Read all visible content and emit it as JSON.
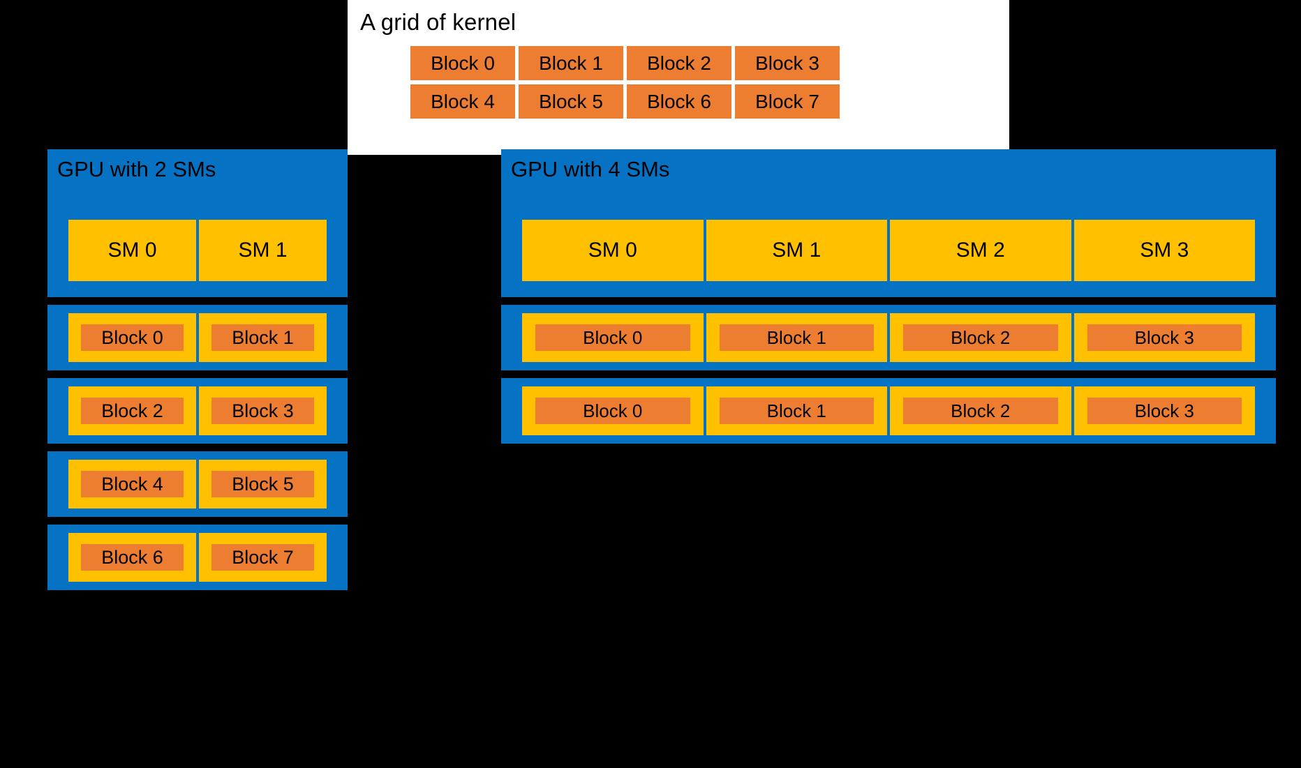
{
  "colors": {
    "background": "#000000",
    "panel_white": "#FFFFFF",
    "gpu_blue": "#0672C4",
    "sm_yellow": "#FFC000",
    "block_orange": "#ED7D31",
    "text": "#000000"
  },
  "grid_panel": {
    "title": "A grid of kernel",
    "rows": [
      [
        "Block 0",
        "Block 1",
        "Block 2",
        "Block 3"
      ],
      [
        "Block 4",
        "Block 5",
        "Block 6",
        "Block 7"
      ]
    ]
  },
  "gpu_left": {
    "title": "GPU with 2 SMs",
    "sms": [
      "SM 0",
      "SM 1"
    ],
    "block_rows": [
      [
        "Block 0",
        "Block 1"
      ],
      [
        "Block 2",
        "Block 3"
      ],
      [
        "Block 4",
        "Block 5"
      ],
      [
        "Block 6",
        "Block 7"
      ]
    ]
  },
  "gpu_right": {
    "title": "GPU with 4 SMs",
    "sms": [
      "SM 0",
      "SM 1",
      "SM 2",
      "SM 3"
    ],
    "block_rows": [
      [
        "Block 0",
        "Block 1",
        "Block 2",
        "Block 3"
      ],
      [
        "Block 0",
        "Block 1",
        "Block 2",
        "Block 3"
      ]
    ]
  }
}
